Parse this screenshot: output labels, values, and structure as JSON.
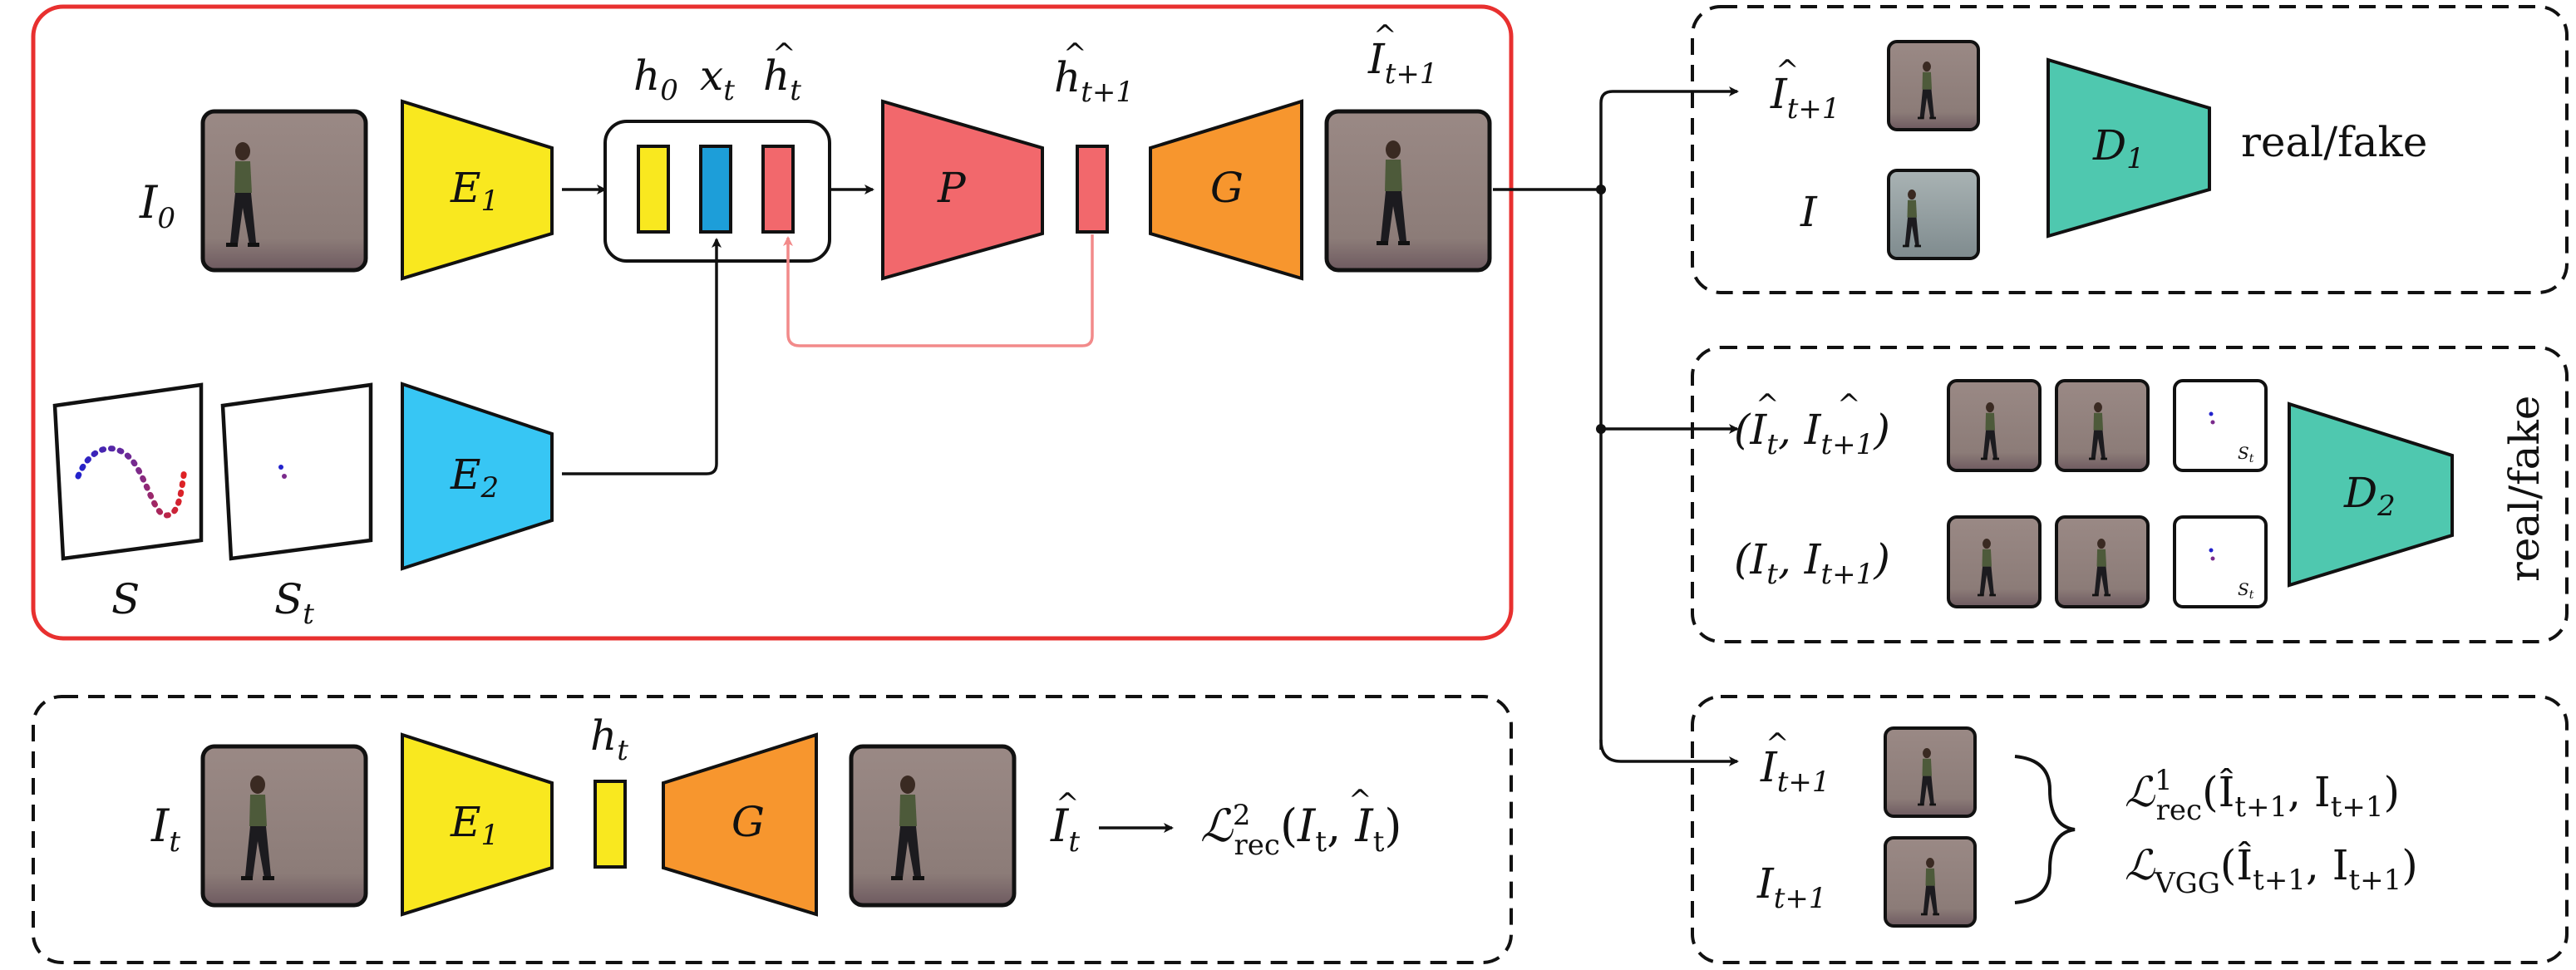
{
  "colors": {
    "red_frame": "#e8302f",
    "encoder_yellow": "#f9e81f",
    "encoder_blue": "#37c6f4",
    "predictor_red": "#f2686c",
    "generator_orange": "#f7962e",
    "discriminator_teal": "#4fc8af",
    "state_yellow": "#f9e81f",
    "state_blue": "#1d9ed9",
    "state_red": "#f2686c",
    "feedback_line": "#f28a8a",
    "frame_bg": "#8f7f7a",
    "skeleton_red": "#e02222",
    "skeleton_blue": "#2222cc"
  },
  "main": {
    "input_label_base": "I",
    "input_label_sub": "0",
    "encoder1": {
      "label": "E",
      "sub": "1"
    },
    "encoder2": {
      "label": "E",
      "sub": "2"
    },
    "predictor": {
      "label": "P"
    },
    "generator": {
      "label": "G"
    },
    "state_labels": [
      {
        "base": "h",
        "sub": "0",
        "hat": false
      },
      {
        "base": "x",
        "sub": "t",
        "hat": false
      },
      {
        "base": "h",
        "sub": "t",
        "hat": true
      }
    ],
    "next_state": {
      "base": "h",
      "sub": "t+1",
      "hat": true
    },
    "output_label": {
      "base": "I",
      "sub": "t+1",
      "hat": true
    },
    "trajectory_labels": [
      {
        "base": "S",
        "sub": ""
      },
      {
        "base": "S",
        "sub": "t"
      }
    ]
  },
  "bottom": {
    "input_label": {
      "base": "I",
      "sub": "t"
    },
    "encoder": {
      "label": "E",
      "sub": "1"
    },
    "state": {
      "base": "h",
      "sub": "t"
    },
    "generator": {
      "label": "G"
    },
    "output_label": {
      "base": "I",
      "sub": "t",
      "hat": true
    },
    "loss": {
      "symbol": "ℒ",
      "sub": "rec",
      "sup": "2",
      "args_open": "(",
      "arg1_base": "I",
      "arg1_sub": "t",
      "comma": ", ",
      "arg2_base": "I",
      "arg2_sub": "t",
      "args_close": ")"
    }
  },
  "panel_d1": {
    "top_label": {
      "base": "I",
      "sub": "t+1",
      "hat": true
    },
    "bottom_label": {
      "base": "I",
      "sub": ""
    },
    "disc": {
      "label": "D",
      "sub": "1"
    },
    "output": "real/fake"
  },
  "panel_d2": {
    "top_label": {
      "open": "(",
      "a_base": "I",
      "a_sub": "t",
      "a_hat": true,
      "comma": ", ",
      "b_base": "I",
      "b_sub": "t+1",
      "b_hat": true,
      "close": ")"
    },
    "bottom_label": {
      "open": "(",
      "a_base": "I",
      "a_sub": "t",
      "comma": ", ",
      "b_base": "I",
      "b_sub": "t+1",
      "close": ")"
    },
    "skeleton_tag_base": "S",
    "skeleton_tag_sub": "t",
    "disc": {
      "label": "D",
      "sub": "2"
    },
    "output": "real/fake"
  },
  "panel_loss": {
    "top_label": {
      "base": "I",
      "sub": "t+1",
      "hat": true
    },
    "bottom_label": {
      "base": "I",
      "sub": "t+1"
    },
    "loss1": {
      "symbol": "ℒ",
      "sub": "rec",
      "sup": "1",
      "arg": "(Î",
      "arg_sub": "t+1",
      "rest": ", I",
      "rest_sub": "t+1",
      "close": ")"
    },
    "loss2": {
      "symbol": "ℒ",
      "sub": "VGG",
      "arg": "(Î",
      "arg_sub": "t+1",
      "rest": ", I",
      "rest_sub": "t+1",
      "close": ")"
    }
  }
}
